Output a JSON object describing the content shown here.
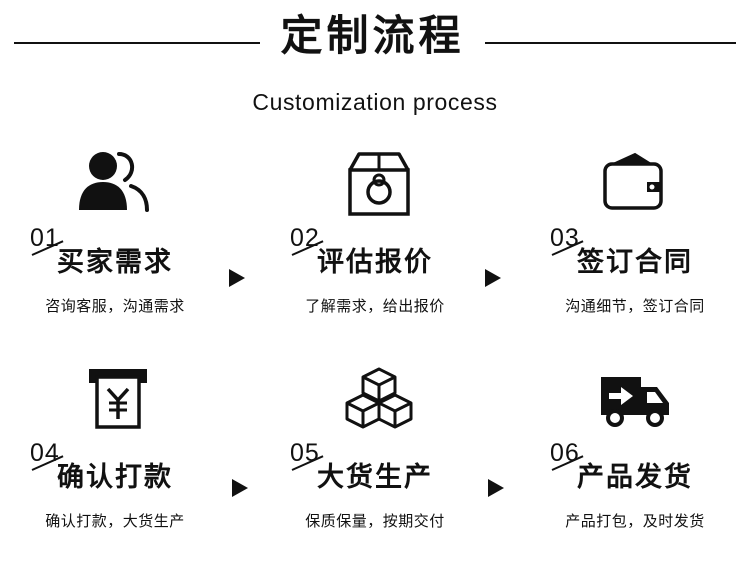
{
  "header": {
    "title": "定制流程",
    "subtitle": "Customization process"
  },
  "steps": [
    {
      "num": "01",
      "name": "买家需求",
      "desc": "咨询客服，沟通需求",
      "icon": "customer-icon"
    },
    {
      "num": "02",
      "name": "评估报价",
      "desc": "了解需求，给出报价",
      "icon": "box-quote-icon"
    },
    {
      "num": "03",
      "name": "签订合同",
      "desc": "沟通细节，签订合同",
      "icon": "wallet-icon"
    },
    {
      "num": "04",
      "name": "确认打款",
      "desc": "确认打款，大货生产",
      "icon": "yuan-payment-icon"
    },
    {
      "num": "05",
      "name": "大货生产",
      "desc": "保质保量，按期交付",
      "icon": "boxes-icon"
    },
    {
      "num": "06",
      "name": "产品发货",
      "desc": "产品打包，及时发货",
      "icon": "delivery-truck-icon"
    }
  ],
  "colors": {
    "foreground": "#111111",
    "background": "#ffffff"
  }
}
